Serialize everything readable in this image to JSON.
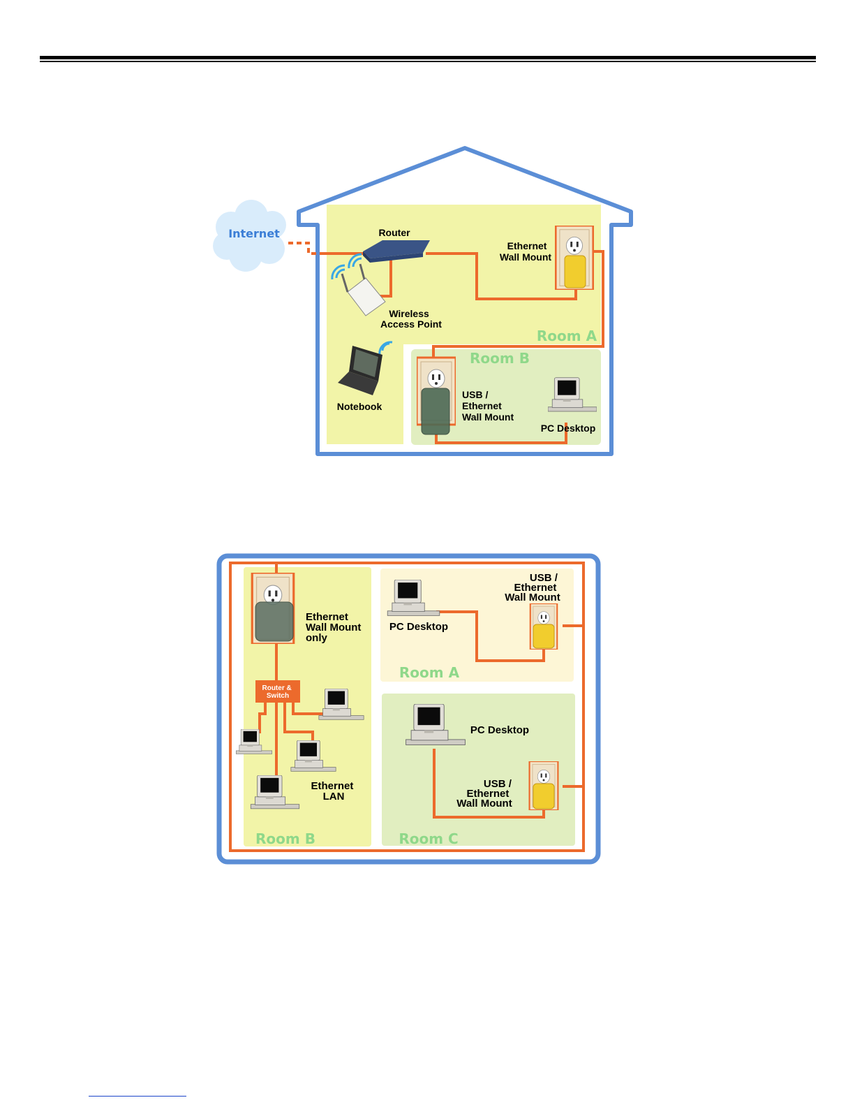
{
  "diagram1": {
    "internet": "Internet",
    "router": "Router",
    "ethernet_wall_mount": [
      "Ethernet",
      "Wall Mount"
    ],
    "wireless_access_point": [
      "Wireless",
      "Access Point"
    ],
    "room_a": "Room A",
    "room_b": "Room B",
    "notebook": "Notebook",
    "usb_ethernet_wall_mount": [
      "USB /",
      "Ethernet",
      "Wall Mount"
    ],
    "pc_desktop": "PC Desktop"
  },
  "diagram2": {
    "ethernet_wall_mount_only": [
      "Ethernet",
      "Wall Mount",
      "only"
    ],
    "router_switch": [
      "Router &",
      "Switch"
    ],
    "ethernet_lan": [
      "Ethernet",
      "LAN"
    ],
    "room_b": "Room B",
    "pc_desktop_a": "PC Desktop",
    "usb_ethernet_wall_mount_a": [
      "USB /",
      "Ethernet",
      "Wall Mount"
    ],
    "room_a": "Room A",
    "pc_desktop_c": "PC Desktop",
    "usb_ethernet_wall_mount_c": [
      "USB /",
      "Ethernet",
      "Wall Mount"
    ],
    "room_c": "Room C"
  },
  "colors": {
    "house_outline": "#5b8ed6",
    "cable": "#ec6a2c",
    "room_yellow": "#f2f4a8",
    "room_green": "#e1eec0",
    "room_cream": "#fdf6d6",
    "room_label": "#8fd88a"
  }
}
